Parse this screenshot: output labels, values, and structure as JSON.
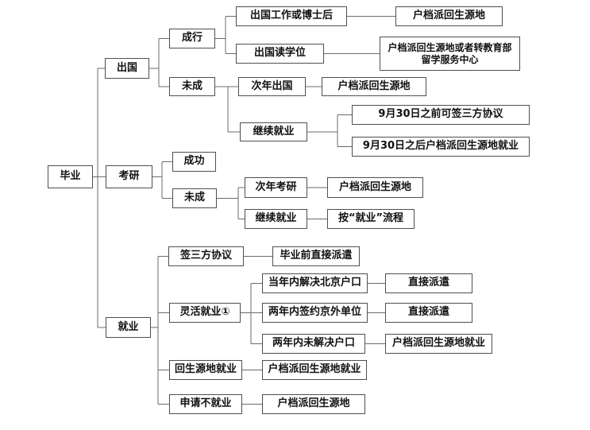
{
  "diagram_type": "flowchart",
  "colors": {
    "background": "#ffffff",
    "box_border": "#4f4f4f",
    "connector_line": "#6b6b6b",
    "text": "#111111"
  },
  "nodes": {
    "graduation": {
      "label": "毕业"
    },
    "go_abroad": {
      "label": "出国"
    },
    "grad_exam": {
      "label": "考研"
    },
    "employment": {
      "label": "就业"
    },
    "abroad_success": {
      "label": "成行"
    },
    "abroad_fail": {
      "label": "未成"
    },
    "exam_success": {
      "label": "成功"
    },
    "exam_fail": {
      "label": "未成"
    },
    "sign_tripartite": {
      "label": "签三方协议"
    },
    "flexible_employment": {
      "label": "灵活就业①"
    },
    "return_hometown_employment": {
      "label": "回生源地就业"
    },
    "apply_no_employment": {
      "label": "申请不就业"
    },
    "abroad_work_postdoc": {
      "label": "出国工作或博士后"
    },
    "abroad_degree": {
      "label": "出国读学位"
    },
    "next_year_abroad": {
      "label": "次年出国"
    },
    "continue_employment_abroad": {
      "label": "继续就业"
    },
    "next_year_exam": {
      "label": "次年考研"
    },
    "continue_employment_exam": {
      "label": "继续就业"
    },
    "dispatch_before_graduation": {
      "label": "毕业前直接派遣"
    },
    "beijing_hukou_within_year": {
      "label": "当年内解决北京户口"
    },
    "sign_outside_beijing_two_years": {
      "label": "两年内签约京外单位"
    },
    "hukou_unsolved_two_years": {
      "label": "两年内未解决户口"
    },
    "file_return_1": {
      "label": "户档派回生源地"
    },
    "file_return_edu": {
      "label": "户档派回生源地或者转教育部\n留学服务中心"
    },
    "file_return_2": {
      "label": "户档派回生源地"
    },
    "before_sep30": {
      "label": "9月30日之前可签三方协议"
    },
    "after_sep30": {
      "label": "9月30日之后户档派回生源地就业"
    },
    "file_return_3": {
      "label": "户档派回生源地"
    },
    "follow_employment_process": {
      "label": "按“就业”流程"
    },
    "direct_dispatch_1": {
      "label": "直接派遣"
    },
    "direct_dispatch_2": {
      "label": "直接派遣"
    },
    "file_return_employment_1": {
      "label": "户档派回生源地就业"
    },
    "file_return_employment_2": {
      "label": "户档派回生源地就业"
    },
    "file_return_4": {
      "label": "户档派回生源地"
    }
  },
  "edges": [
    {
      "from": "graduation",
      "to": "go_abroad"
    },
    {
      "from": "graduation",
      "to": "grad_exam"
    },
    {
      "from": "graduation",
      "to": "employment"
    },
    {
      "from": "go_abroad",
      "to": "abroad_success"
    },
    {
      "from": "go_abroad",
      "to": "abroad_fail"
    },
    {
      "from": "abroad_success",
      "to": "abroad_work_postdoc"
    },
    {
      "from": "abroad_success",
      "to": "abroad_degree"
    },
    {
      "from": "abroad_work_postdoc",
      "to": "file_return_1"
    },
    {
      "from": "abroad_degree",
      "to": "file_return_edu"
    },
    {
      "from": "abroad_fail",
      "to": "next_year_abroad"
    },
    {
      "from": "abroad_fail",
      "to": "continue_employment_abroad"
    },
    {
      "from": "next_year_abroad",
      "to": "file_return_2"
    },
    {
      "from": "continue_employment_abroad",
      "to": "before_sep30"
    },
    {
      "from": "continue_employment_abroad",
      "to": "after_sep30"
    },
    {
      "from": "grad_exam",
      "to": "exam_success"
    },
    {
      "from": "grad_exam",
      "to": "exam_fail"
    },
    {
      "from": "exam_fail",
      "to": "next_year_exam"
    },
    {
      "from": "exam_fail",
      "to": "continue_employment_exam"
    },
    {
      "from": "next_year_exam",
      "to": "file_return_3"
    },
    {
      "from": "continue_employment_exam",
      "to": "follow_employment_process"
    },
    {
      "from": "employment",
      "to": "sign_tripartite"
    },
    {
      "from": "employment",
      "to": "flexible_employment"
    },
    {
      "from": "employment",
      "to": "return_hometown_employment"
    },
    {
      "from": "employment",
      "to": "apply_no_employment"
    },
    {
      "from": "sign_tripartite",
      "to": "dispatch_before_graduation"
    },
    {
      "from": "flexible_employment",
      "to": "beijing_hukou_within_year"
    },
    {
      "from": "flexible_employment",
      "to": "sign_outside_beijing_two_years"
    },
    {
      "from": "flexible_employment",
      "to": "hukou_unsolved_two_years"
    },
    {
      "from": "beijing_hukou_within_year",
      "to": "direct_dispatch_1"
    },
    {
      "from": "sign_outside_beijing_two_years",
      "to": "direct_dispatch_2"
    },
    {
      "from": "hukou_unsolved_two_years",
      "to": "file_return_employment_1"
    },
    {
      "from": "return_hometown_employment",
      "to": "file_return_employment_2"
    },
    {
      "from": "apply_no_employment",
      "to": "file_return_4"
    }
  ]
}
